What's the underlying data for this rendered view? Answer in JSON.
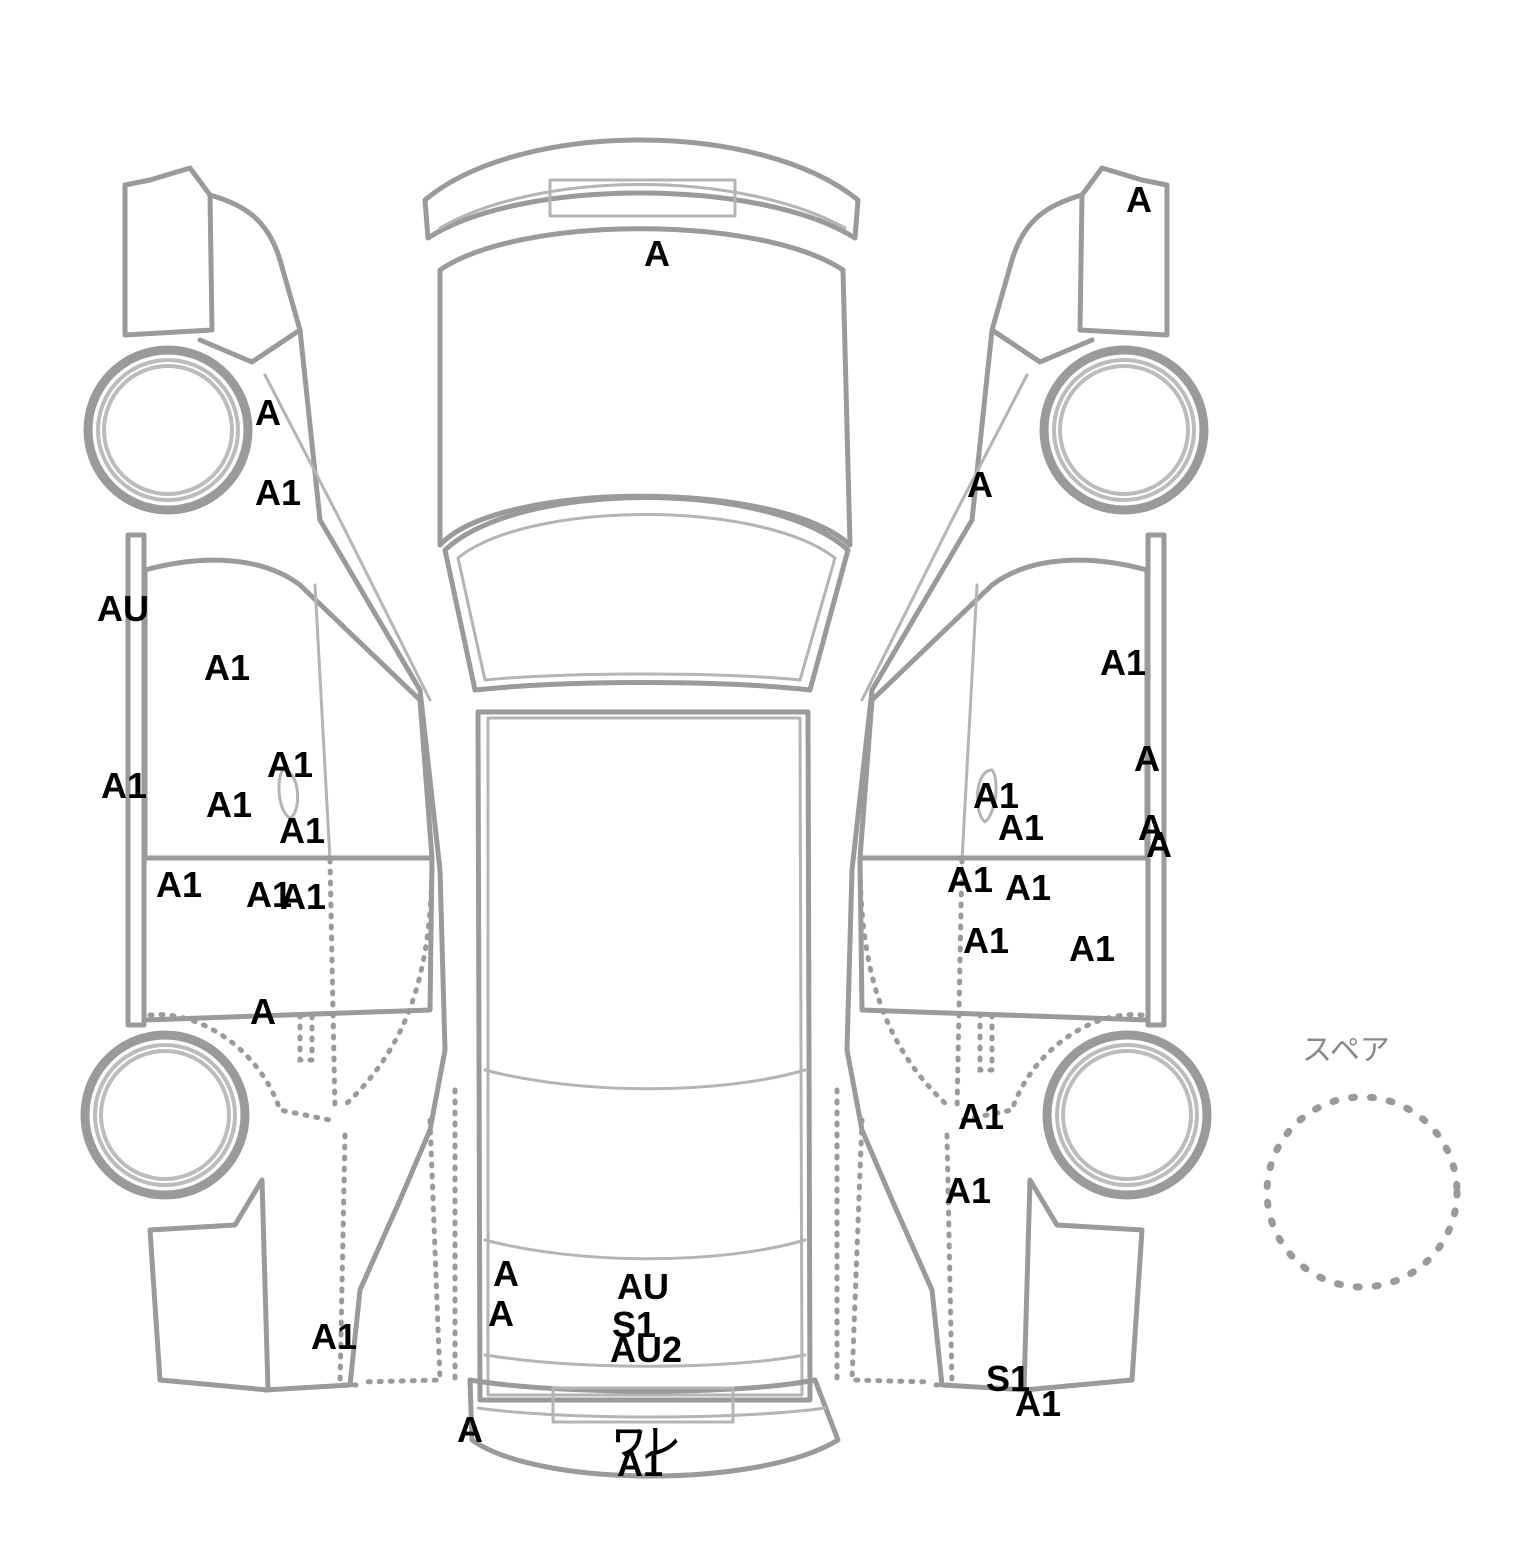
{
  "sheet": {
    "marks": [
      {
        "code": "A"
      },
      {
        "code": "A"
      },
      {
        "code": "A"
      },
      {
        "code": "A1"
      },
      {
        "code": "AU"
      },
      {
        "code": "A1"
      },
      {
        "code": "A1"
      },
      {
        "code": "A1"
      },
      {
        "code": "A1"
      },
      {
        "code": "A1"
      },
      {
        "code": "A1"
      },
      {
        "code": "A1"
      },
      {
        "code": "A1"
      },
      {
        "code": "A"
      },
      {
        "code": "A1"
      },
      {
        "code": "A"
      },
      {
        "code": "A"
      },
      {
        "code": "A1"
      },
      {
        "code": "A"
      },
      {
        "code": "A1"
      },
      {
        "code": "A1"
      },
      {
        "code": "A"
      },
      {
        "code": "A1"
      },
      {
        "code": "A1"
      },
      {
        "code": "A1"
      },
      {
        "code": "A1"
      },
      {
        "code": "A1"
      },
      {
        "code": "A1"
      },
      {
        "code": "S1"
      },
      {
        "code": "A1"
      },
      {
        "code": "A"
      },
      {
        "code": "A"
      },
      {
        "code": "AU"
      },
      {
        "code": "S1"
      },
      {
        "code": "AU2"
      },
      {
        "code": "A"
      },
      {
        "code": "ワレ"
      },
      {
        "code": "A1"
      }
    ],
    "spare_label": "スペア"
  }
}
